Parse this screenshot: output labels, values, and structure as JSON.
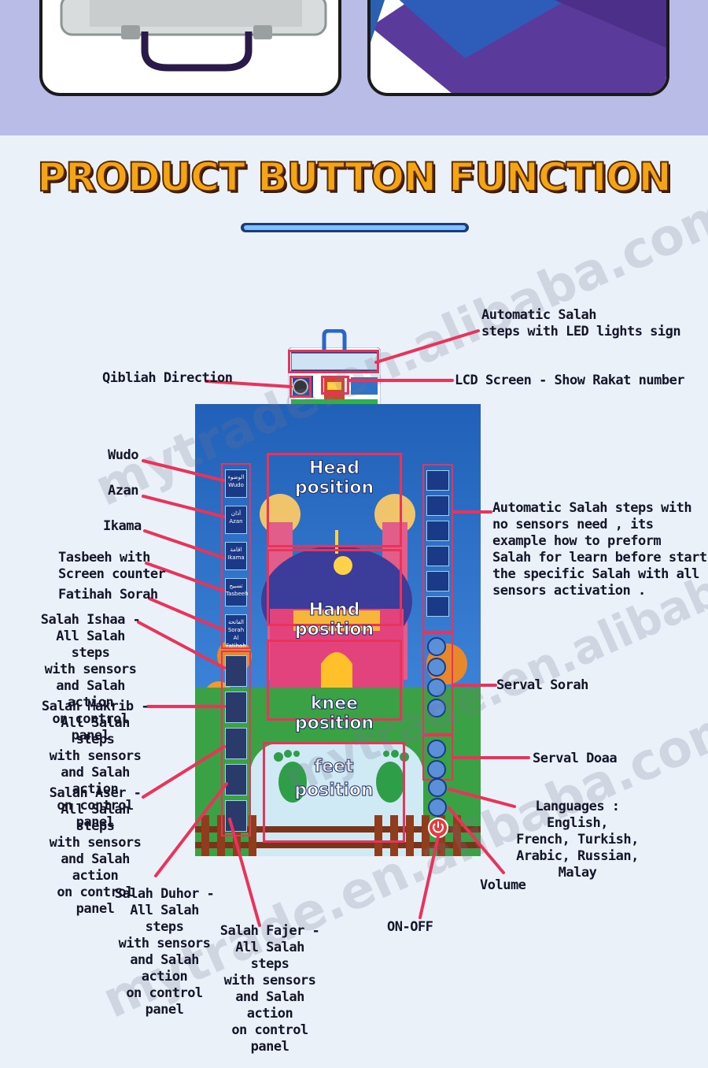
{
  "title": "PRODUCT BUTTON FUNCTION",
  "watermarks": {
    "one": "mytrade.en.alibaba.com",
    "two": "mytrade.en.alibaba.com",
    "three": "mytrade.en.alibaba.com"
  },
  "mat": {
    "head_position": "Head position",
    "hand_position": "Hand position",
    "knee_position": "knee position",
    "feet_position": "feet\nposition"
  },
  "left_buttons": [
    {
      "arabic": "الوضوء",
      "label": "Wudo"
    },
    {
      "arabic": "أذان",
      "label": "Azan"
    },
    {
      "arabic": "اقامة",
      "label": "Ikama"
    },
    {
      "arabic": "تسبيح",
      "label": "Tasbeeh"
    },
    {
      "arabic": "الفاتحة",
      "label": "Sorah Al Fatihah"
    }
  ],
  "labels": {
    "automatic_led": "Automatic Salah\nsteps with LED lights sign",
    "qiblah": "Qibliah Direction",
    "lcd": "LCD Screen - Show Rakat number",
    "wudo": "Wudo",
    "azan": "Azan",
    "ikama": "Ikama",
    "tasbeeh": "Tasbeeh  with\nScreen counter",
    "fatihah": "Fatihah Sorah",
    "ishaa": "Salah Ishaa -\nAll Salah steps\nwith sensors\nand Salah action\non control panel",
    "makrib": "Salah Makrib -\nAll Salah steps\nwith sensors\nand Salah action\non control panel",
    "aser": "Salah Aser -\nAll Salah steps\nwith sensors\nand Salah action\non control panel",
    "duhor": "Salah Duhor -\nAll Salah steps\nwith sensors\nand Salah action\non control panel",
    "fajer": "Salah Fajer -\nAll Salah steps\nwith sensors\nand Salah action\non control panel",
    "automatic_no_sensor": "Automatic Salah steps with\nno sensors need , its\nexample how to preform\nSalah for learn before start\nthe specific Salah with all\nsensors activation .",
    "serval_sorah": "Serval Sorah",
    "serval_doaa": "Serval Doaa",
    "languages": "Languages : English,\nFrench, Turkish,\nArabic, Russian,\nMalay",
    "volume": "Volume",
    "on_off": "ON-OFF"
  },
  "colors": {
    "accent_line": "#e8345a",
    "title_fill": "#f4a516",
    "band": "#b8bce6"
  }
}
